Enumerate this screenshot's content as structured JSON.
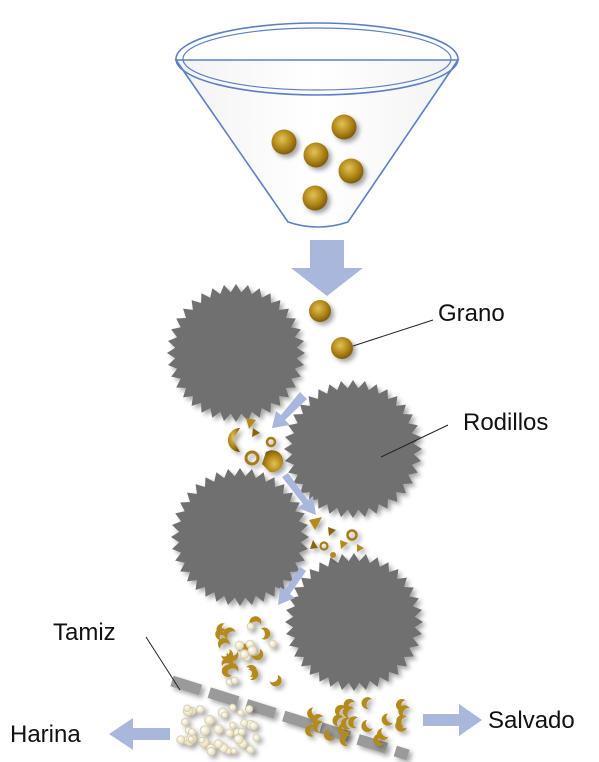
{
  "labels": {
    "grain": "Grano",
    "rollers": "Rodillos",
    "sieve": "Tamiz",
    "flour": "Harina",
    "bran": "Salvado"
  },
  "colors": {
    "funnel_stroke": "#5b7fc4",
    "grain_light": "#d9b84a",
    "grain_dark": "#8a6508",
    "roller": "#6f6f6f",
    "arrow": "#a9b7dc",
    "sieve": "#9a9a9a",
    "flour_particle": "#f3ecd0"
  }
}
